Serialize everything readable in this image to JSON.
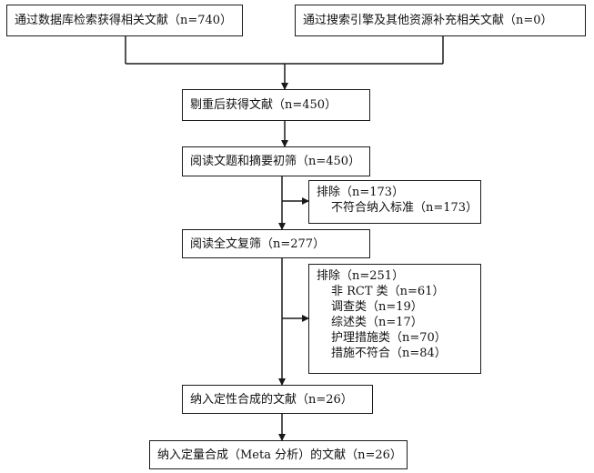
{
  "boxes": {
    "db_search": "通过数据库检索获得相关文献（n=740）",
    "other_sources": "通过搜索引擎及其他资源补充相关文献（n=0）",
    "dedup": "剔重后获得文献（n=450）",
    "screen_title_abstract": "阅读文题和摘要初筛（n=450）",
    "exclude1": {
      "title": "排除（n=173）",
      "items": [
        "不符合纳入标准（n=173）"
      ]
    },
    "full_text": "阅读全文复筛（n=277）",
    "exclude2": {
      "title": "排除（n=251）",
      "items": [
        "非 RCT 类（n=61）",
        "调查类（n=19）",
        "综述类（n=17）",
        "护理措施类（n=70）",
        "措施不符合（n=84）"
      ]
    },
    "qualitative": "纳入定性合成的文献（n=26）",
    "quantitative": "纳入定量合成（Meta 分析）的文献（n=26）"
  }
}
